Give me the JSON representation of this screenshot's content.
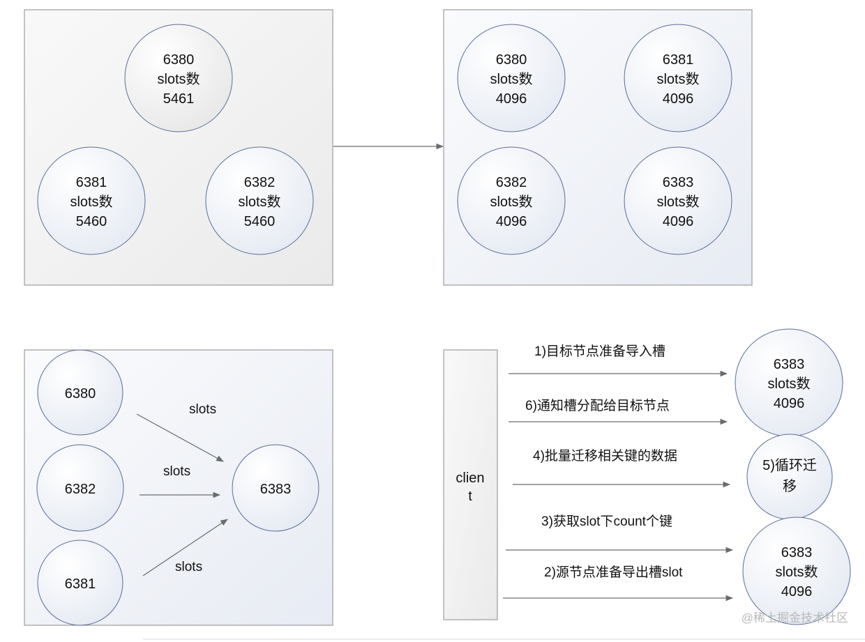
{
  "before_cluster": {
    "nodes": [
      {
        "port": "6380",
        "label": "slots数",
        "count": "5461"
      },
      {
        "port": "6381",
        "label": "slots数",
        "count": "5460"
      },
      {
        "port": "6382",
        "label": "slots数",
        "count": "5460"
      }
    ]
  },
  "after_cluster": {
    "nodes": [
      {
        "port": "6380",
        "label": "slots数",
        "count": "4096"
      },
      {
        "port": "6381",
        "label": "slots数",
        "count": "4096"
      },
      {
        "port": "6382",
        "label": "slots数",
        "count": "4096"
      },
      {
        "port": "6383",
        "label": "slots数",
        "count": "4096"
      }
    ]
  },
  "migration": {
    "sources": [
      "6380",
      "6382",
      "6381"
    ],
    "target": "6383",
    "edge_label": "slots"
  },
  "protocol": {
    "client_label_line1": "clien",
    "client_label_line2": "t",
    "steps": [
      "1)目标节点准备导入槽",
      "6)通知槽分配给目标节点",
      "4)批量迁移相关键的数据",
      "3)获取slot下count个键",
      "2)源节点准备导出槽slot"
    ],
    "target_node": {
      "port": "6383",
      "label": "slots数",
      "count": "4096"
    },
    "loop_node": {
      "line1": "5)循环迁",
      "line2": "移"
    },
    "source_node": {
      "port": "6383",
      "label": "slots数",
      "count": "4096"
    }
  },
  "watermark": "@稀土掘金技术社区"
}
